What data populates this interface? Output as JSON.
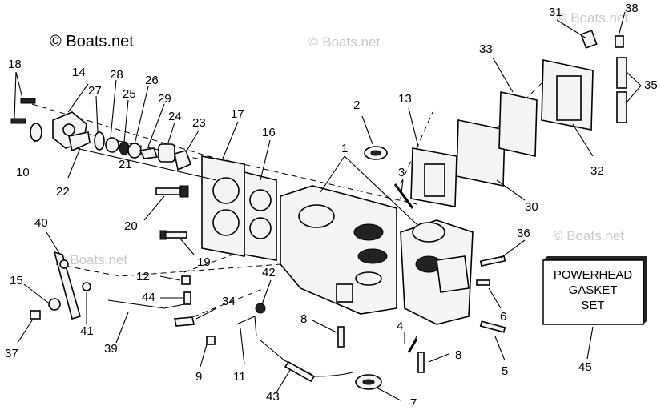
{
  "watermark": {
    "copyright": "© Boats.net",
    "faint": "© Boats.net"
  },
  "gasket_set": {
    "line1": "POWERHEAD",
    "line2": "GASKET",
    "line3": "SET"
  },
  "callouts": [
    "1",
    "2",
    "3",
    "4",
    "5",
    "6",
    "7",
    "8",
    "8",
    "9",
    "10",
    "11",
    "12",
    "13",
    "14",
    "15",
    "16",
    "17",
    "18",
    "19",
    "20",
    "21",
    "22",
    "23",
    "24",
    "25",
    "26",
    "27",
    "28",
    "29",
    "30",
    "31",
    "32",
    "33",
    "34",
    "35",
    "36",
    "37",
    "38",
    "39",
    "40",
    "41",
    "42",
    "43",
    "44",
    "45"
  ]
}
